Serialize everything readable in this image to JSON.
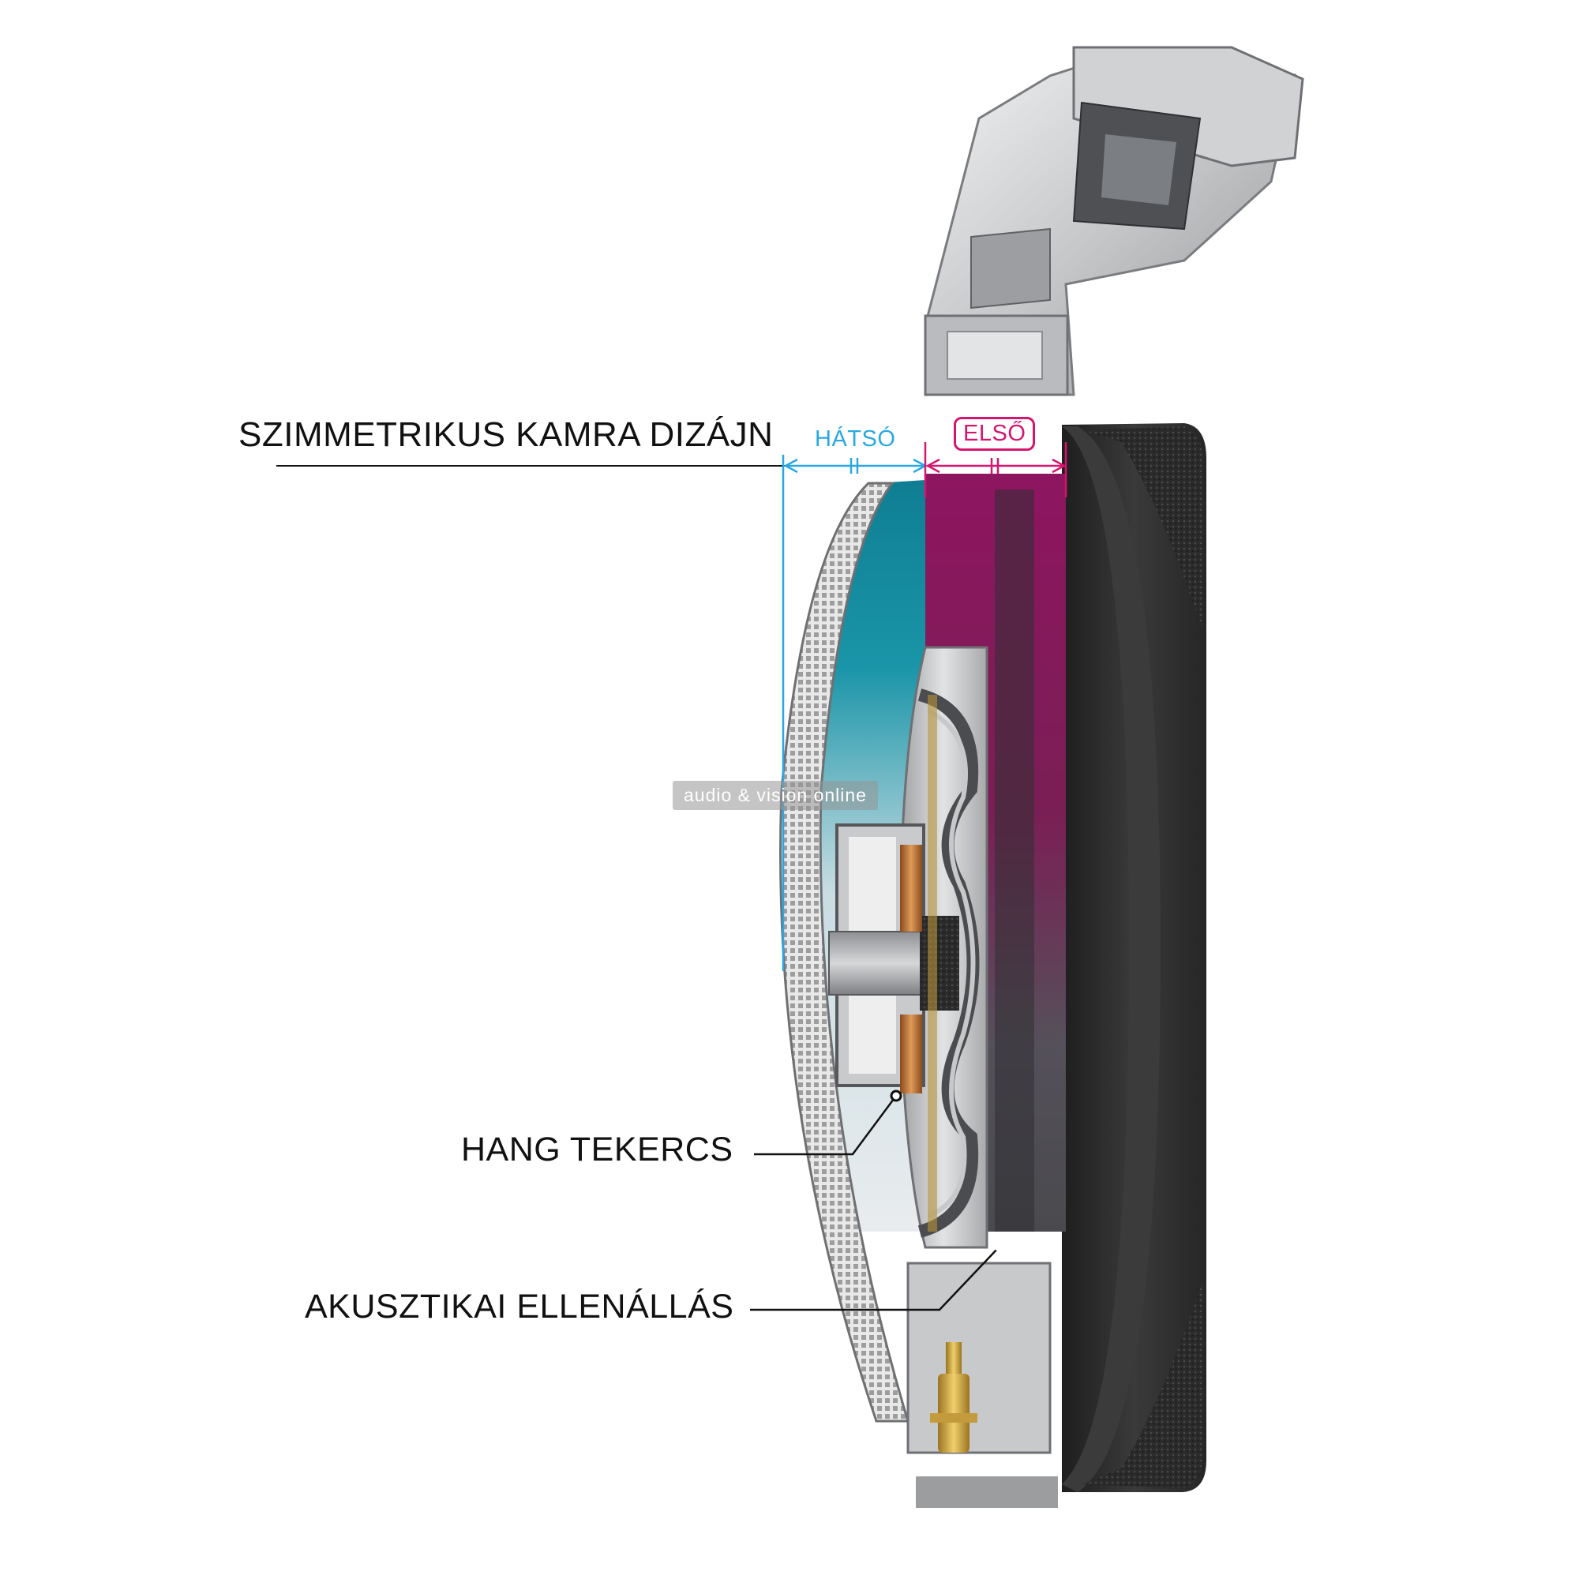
{
  "labels": {
    "title": "SZIMMETRIKUS KAMRA DIZÁJN",
    "rear_chamber": "HÁTSÓ",
    "front_chamber": "ELSŐ",
    "voice_coil": "HANG TEKERCS",
    "acoustic_damping": "AKUSZTIKAI ELLENÁLLÁS"
  },
  "watermark": "audio & vision online",
  "colors": {
    "rear_chamber": "#1a95a8",
    "front_chamber": "#8e1560",
    "rear_dimension_line": "#29a8e0",
    "front_dimension_line": "#d3166f",
    "ear_pad": "#2d2d2d",
    "grille": "#b9b9b9",
    "copper_coil": "#c77a3c",
    "gold_connector": "#d6a640"
  }
}
